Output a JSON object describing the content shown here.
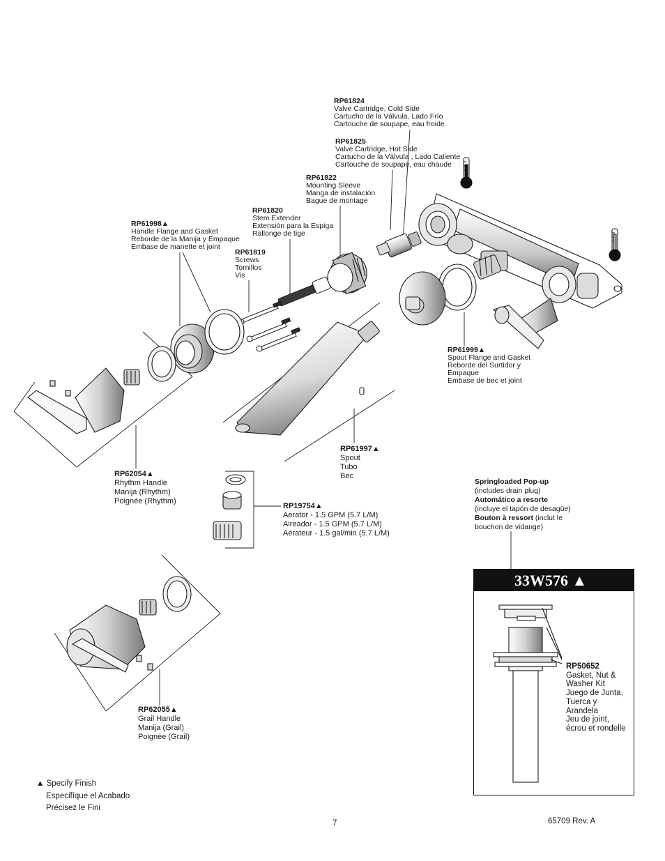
{
  "labels": {
    "rp61824": {
      "part": "RP61824",
      "l1": "Valve Cartridge, Cold Side",
      "l2": "Cartucho de la Válvula, Lado Frío",
      "l3": "Cartouche de soupape, eau froide"
    },
    "rp61825": {
      "part": "RP61825",
      "l1": "Valve Cartridge, Hot Side",
      "l2": "Cartucho de la Válvula , Lado Caliente",
      "l3": "Cartouche de soupape, eau chaude"
    },
    "rp61822": {
      "part": "RP61822",
      "l1": "Mounting Sleeve",
      "l2": "Manga de instalación",
      "l3": "Bague de montage"
    },
    "rp61820": {
      "part": "RP61820",
      "l1": "Stem Extender",
      "l2": "Extensión para la Espiga",
      "l3": "Rallonge de tige"
    },
    "rp61998": {
      "part": "RP61998▲",
      "l1": "Handle Flange and Gasket",
      "l2": "Reborde de la Manija y Empaque",
      "l3": "Embase de manette et joint"
    },
    "rp61819": {
      "part": "RP61819",
      "l1": "Screws",
      "l2": "Tornillos",
      "l3": "Vis"
    },
    "rp61999": {
      "part": "RP61999▲",
      "l1": "Spout Flange and Gasket",
      "l2": "Reborde del Surtidor y",
      "l3": "Empaque",
      "l4": "Embase de bec et joint"
    },
    "rp61997": {
      "part": "RP61997▲",
      "l1": "Spout",
      "l2": "Tubo",
      "l3": "Bec"
    },
    "rp62054": {
      "part": "RP62054▲",
      "l1": "Rhythm Handle",
      "l2": "Manija (Rhythm)",
      "l3": "Poignée (Rhythm)"
    },
    "rp19754": {
      "part": "RP19754▲",
      "l1": "Aerator - 1.5 GPM (5.7 L/M)",
      "l2": "Aireador - 1.5 GPM (5.7 L/M)",
      "l3": "Aérateur - 1.5 gal/min (5.7 L/M)"
    },
    "rp62055": {
      "part": "RP62055▲",
      "l1": "Grail Handle",
      "l2": "Manija (Grail)",
      "l3": "Poignée (Grail)"
    },
    "rp50652": {
      "part": "RP50652",
      "l1": "Gasket, Nut &",
      "l2": "Washer Kit",
      "l3": "Juego de Junta,",
      "l4": "Tuerca y",
      "l5": "Arandela",
      "l6": "Jeu de joint,",
      "l7": "écrou et rondelle"
    }
  },
  "popup": {
    "en_bold": "Springloaded Pop-up",
    "en_note": "(includes drain plug)",
    "es_bold": "Automático a resorte",
    "es_note": "(incluye el tapón de desagüe)",
    "fr_bold": "Bouton à ressort",
    "fr_note_1": " (inclut le",
    "fr_note_2": "bouchon de vidange)"
  },
  "kit": {
    "title": "33W576 ▲"
  },
  "finish_note": {
    "l1": "▲ Specify Finish",
    "l2": "Especifíque el Acabado",
    "l3": "Précisez le Fini"
  },
  "footer": {
    "page_number": "7",
    "doc_rev": "65709  Rev. A"
  },
  "colors": {
    "line": "#1a1a1a",
    "title_bar": "#111111",
    "shade": "#bfbfbf",
    "dark_fill": "#2a2a2a"
  }
}
